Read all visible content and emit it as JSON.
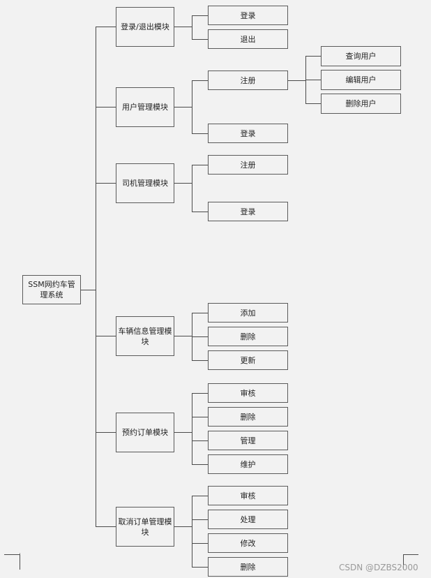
{
  "root": "SSM网约车管理系统",
  "modules": [
    {
      "label": "登录/退出模块",
      "children": [
        "登录",
        "退出"
      ]
    },
    {
      "label": "用户管理模块",
      "children": [
        "注册",
        "登录"
      ],
      "sub": [
        "查询用户",
        "编辑用户",
        "删除用户"
      ]
    },
    {
      "label": "司机管理模块",
      "children": [
        "注册",
        "登录"
      ]
    },
    {
      "label": "车辆信息管理模块",
      "children": [
        "添加",
        "删除",
        "更新"
      ]
    },
    {
      "label": "预约订单模块",
      "children": [
        "审核",
        "删除",
        "管理",
        "维护"
      ]
    },
    {
      "label": "取消订单管理模块",
      "children": [
        "审核",
        "处理",
        "修改",
        "删除"
      ]
    }
  ],
  "watermark": "CSDN @DZBS2000"
}
